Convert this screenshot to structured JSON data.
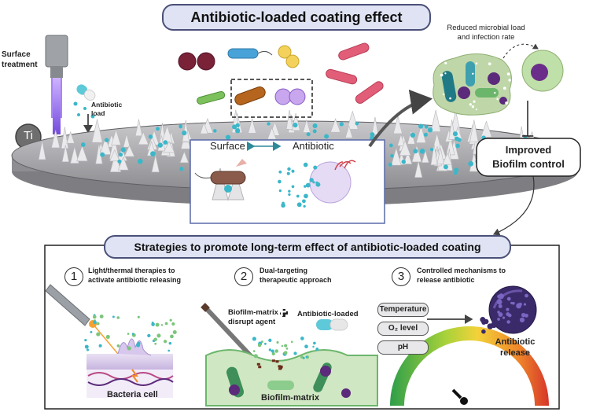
{
  "top": {
    "title": "Antibiotic-loaded coating effect",
    "surface_treatment": [
      "Surface",
      "treatment"
    ],
    "antibiotic_load": [
      "Antibiotic",
      "load"
    ],
    "ti": "Ti",
    "reduced": [
      "Reduced microbial load",
      "and infection rate"
    ],
    "improved": [
      "Improved",
      "Biofilm control"
    ],
    "inset_surface": "Surface",
    "inset_antibiotic": "Antibiotic"
  },
  "bottom": {
    "title": "Strategies to promote long-term effect of antibiotic-loaded coating",
    "s1": {
      "num": "1",
      "text": [
        "Light/thermal therapies to",
        "activate antibiotic releasing"
      ],
      "caption": "Bacteria cell"
    },
    "s2": {
      "num": "2",
      "text": [
        "Dual-targeting",
        "therapeutic approach"
      ],
      "agent": [
        "Biofilm-matrix",
        "disrupt agent"
      ],
      "plus": "+",
      "loaded": "Antibiotic-loaded",
      "caption": "Biofilm-matrix"
    },
    "s3": {
      "num": "3",
      "text": [
        "Controlled mechanisms to",
        "release antibiotic"
      ],
      "chips": [
        "Temperature",
        "O₂ level",
        "pH"
      ],
      "release": [
        "Antibiotic",
        "release"
      ]
    }
  },
  "colors": {
    "accent": "#4b5078",
    "pill": "#dfe3f3",
    "disk": "#a8a8ab",
    "teal": "#3bb7c9",
    "purple": "#6a2d8a",
    "green": "#7bc67b"
  }
}
